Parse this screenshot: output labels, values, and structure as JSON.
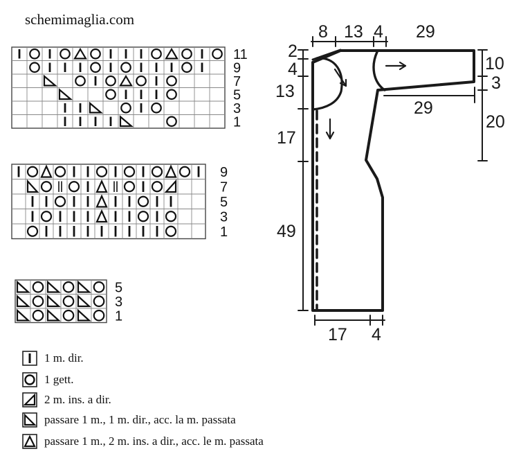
{
  "site": "schemimaglia.com",
  "charts": [
    {
      "row_numbers": [
        "11",
        "9",
        "7",
        "5",
        "3",
        "1"
      ],
      "rows": [
        "|o|oAo|||oAo|o",
        "_o|||o|o|||o|_",
        "__N_o|oAo|o___",
        "___N__o|||o___",
        "___||N_o|o____",
        "___||||N__o___"
      ]
    },
    {
      "row_numbers": [
        "9",
        "7",
        "5",
        "3",
        "1"
      ],
      "rows": [
        "|oAo||o|o|oAo|",
        "_NoIo|AIo|oB__",
        "_||o||A||o||__",
        "_|o|||A||o|o__",
        "_o|||||||||o__"
      ]
    },
    {
      "row_numbers": [
        "5",
        "3",
        "1"
      ],
      "rows": [
        "NoNoNo",
        "NoNoNo",
        "NoNoNo"
      ]
    }
  ],
  "schematic": {
    "top_widths": [
      "8",
      "13",
      "4",
      "29"
    ],
    "left_heights": [
      "2",
      "4",
      "13",
      "17",
      "49"
    ],
    "right_heights": [
      "10",
      "3",
      "20"
    ],
    "sleeve_width": "29",
    "bottom_widths": [
      "17",
      "4"
    ]
  },
  "legend": [
    {
      "icon": "knit-stitch-icon",
      "text": "1 m. dir."
    },
    {
      "icon": "yarn-over-icon",
      "text": "1 gett."
    },
    {
      "icon": "k2tog-icon",
      "text": "2 m. ins. a dir."
    },
    {
      "icon": "skpo-icon",
      "text": "passare 1 m., 1 m. dir., acc. la m. passata"
    },
    {
      "icon": "sk2po-icon",
      "text": "passare 1 m., 2 m. ins. a dir., acc. le m. passata"
    }
  ]
}
